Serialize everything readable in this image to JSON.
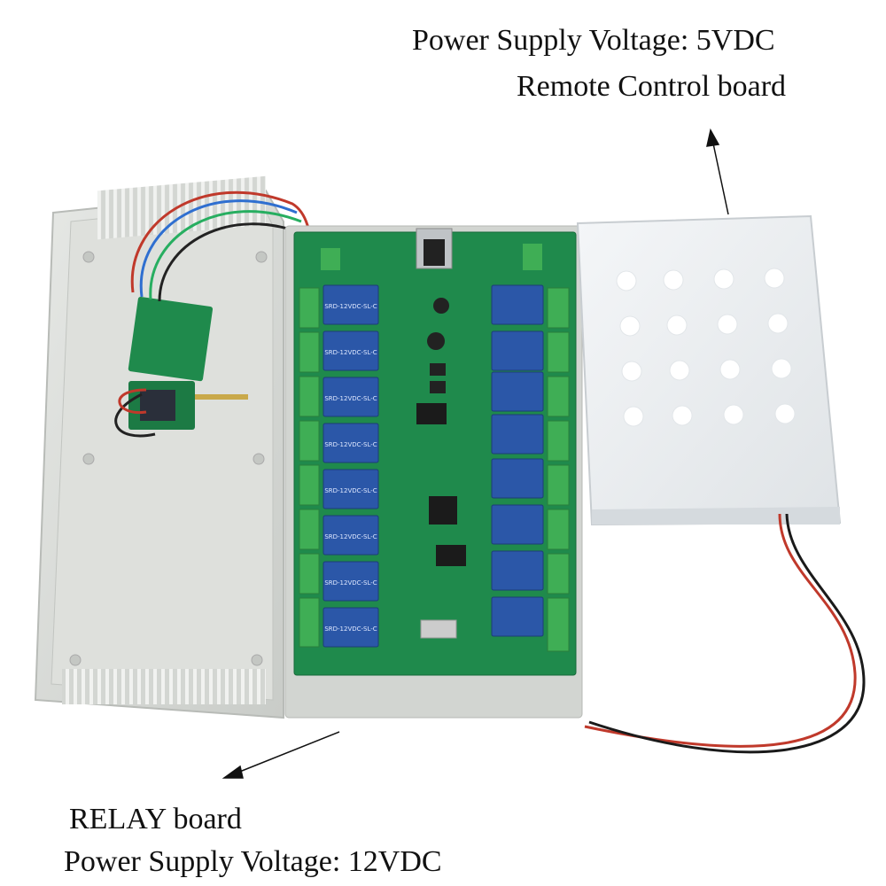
{
  "captions": {
    "remote_voltage": "Power Supply Voltage: 5VDC",
    "remote_title": "Remote Control board",
    "relay_title": "RELAY board",
    "relay_voltage": "Power Supply Voltage: 12VDC"
  },
  "relay_label": "SRD-12VDC-SL-C",
  "colors": {
    "pcb": "#1f8a4c",
    "relay": "#2b57a8",
    "terminal": "#3fae55",
    "enclosure": "#d9dcd8",
    "remote_panel": "#eef0f2"
  }
}
